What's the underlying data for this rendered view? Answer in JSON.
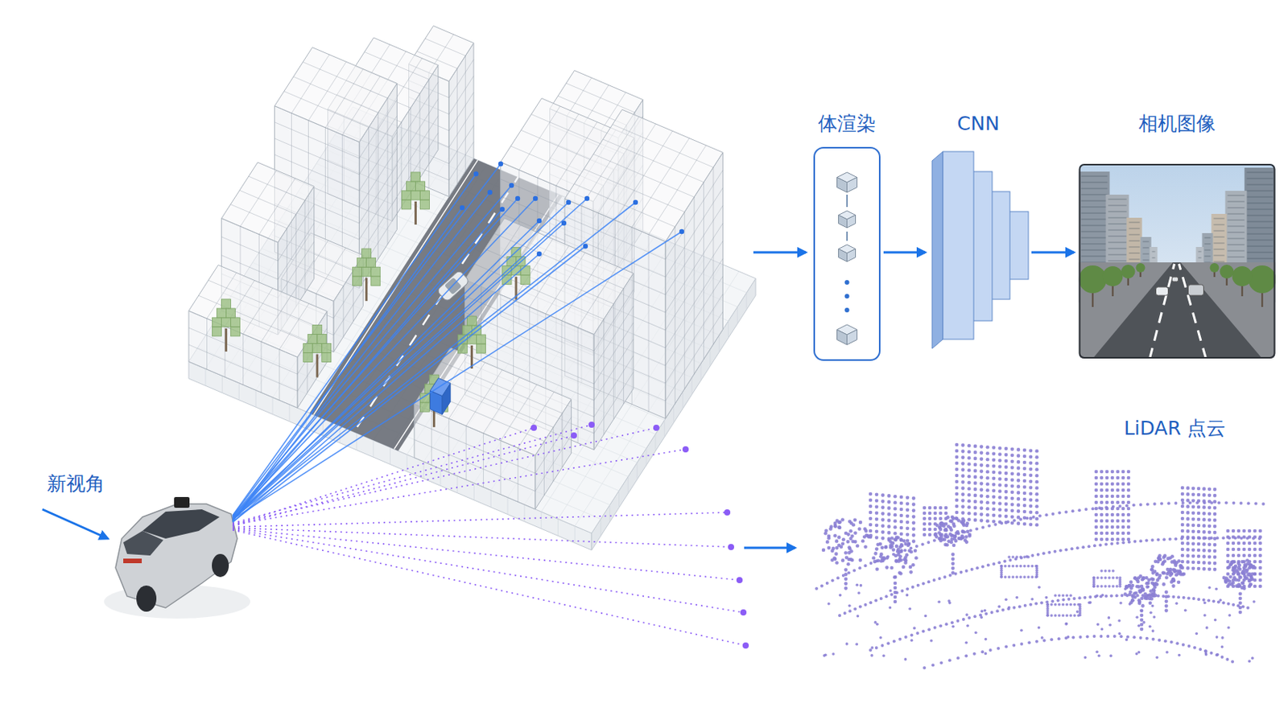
{
  "diagram": {
    "nodes": [
      {
        "text": [
          "体渲染"
        ]
      },
      {
        "text": [
          "CNN"
        ]
      },
      {
        "text": [
          "相机图像"
        ]
      }
    ],
    "edges": [
      {
        "from": 0,
        "to": 1,
        "arrow": "to"
      },
      {
        "from": 1,
        "to": 2,
        "arrow": "to"
      }
    ],
    "labels": [
      "LiDAR 点云",
      "新视角"
    ]
  }
}
